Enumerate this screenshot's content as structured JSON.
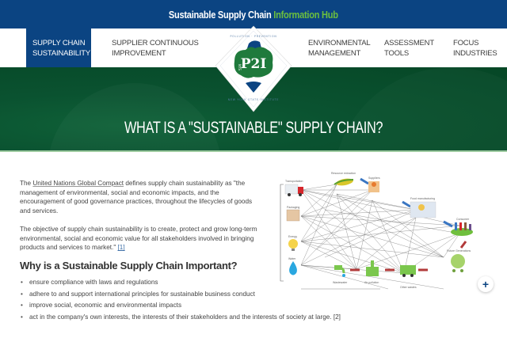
{
  "header": {
    "title_part1": "Sustainable Supply Chain",
    "title_part2": "Information Hub",
    "title_part2_color": "#6cbf3e",
    "bar_color": "#0b4482"
  },
  "nav": {
    "items": [
      {
        "label_line1": "SUPPLY CHAIN",
        "label_line2": "SUSTAINABILITY",
        "active": true
      },
      {
        "label_line1": "SUPPLIER CONTINUOUS",
        "label_line2": "IMPROVEMENT",
        "active": false
      },
      {
        "label_line1": "ENVIRONMENTAL",
        "label_line2": "MANAGEMENT",
        "active": false
      },
      {
        "label_line1": "ASSESSMENT",
        "label_line2": "TOOLS",
        "active": false
      },
      {
        "label_line1": "FOCUS",
        "label_line2": "INDUSTRIES",
        "active": false
      }
    ]
  },
  "logo": {
    "text": "P2I",
    "badge": "NYS",
    "ring_top": "POLLUTION PREVENTION",
    "ring_bottom": "NEW YORK STATE INSTITUTE"
  },
  "hero": {
    "title": "WHAT IS A \"SUSTAINABLE\" SUPPLY CHAIN?",
    "bg_color": "#0a5230"
  },
  "content": {
    "p1_before": "The ",
    "p1_link": "United Nations Global Compact",
    "p1_after": " defines supply chain sustainability as \"the management of environmental, social and economic impacts, and the encouragement of good governance practices, throughout the lifecycles of goods and services.",
    "p2": "The objective of supply chain sustainability is to create, protect and grow long-term environmental, social and economic value for all stakeholders involved in bringing products and services to market.\"",
    "p2_ref": "[1]",
    "heading": "Why is a Sustainable Supply Chain Important?",
    "bullets": [
      "ensure compliance with laws and regulations",
      "adhere to and support international principles for sustainable business conduct",
      "improve social, economic and environmental impacts",
      "act in the company's own interests, the interests of their stakeholders and the interests of society at large. [2]"
    ]
  },
  "diagram": {
    "labels": {
      "transportation": "Transportation",
      "resource": "Resource extraction",
      "suppliers": "Suppliers",
      "packaging": "Packaging",
      "food_manufacturing": "Food manufacturing",
      "energy": "Energy",
      "consumer": "Consumer",
      "water": "Water",
      "future": "Future Generations",
      "wastewater": "Wastewater",
      "air": "Air pollution",
      "other_waste": "Other wastes"
    },
    "zoom_button": "+"
  }
}
